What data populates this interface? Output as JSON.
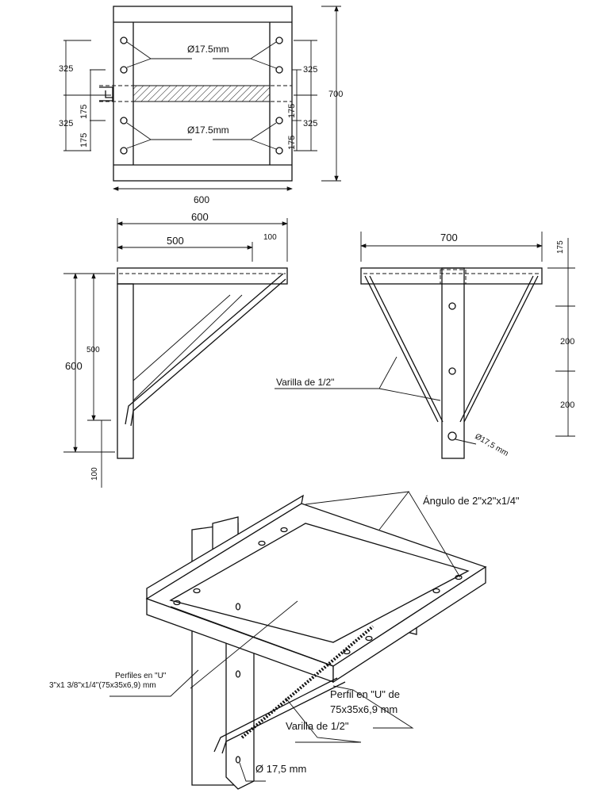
{
  "top_view": {
    "hole_label_upper": "Ø17.5mm",
    "hole_label_lower": "Ø17.5mm",
    "dim_left_325_a": "325",
    "dim_left_325_b": "325",
    "dim_left_175_a": "175",
    "dim_left_175_b": "175",
    "dim_right_325_a": "325",
    "dim_right_325_b": "325",
    "dim_right_175_a": "175",
    "dim_right_175_b": "175",
    "dim_height": "700",
    "dim_width": "600"
  },
  "side_view": {
    "dim_total": "600",
    "dim_500": "500",
    "dim_100": "100",
    "dim_height": "600",
    "dim_height_500": "500",
    "dim_height_100": "100"
  },
  "front_view": {
    "dim_width": "700",
    "dim_175": "175",
    "dim_200_a": "200",
    "dim_200_b": "200",
    "rod_label": "Varilla de 1/2\"",
    "hole_label": "Ø17,5 mm"
  },
  "iso_view": {
    "angle_label": "Ángulo de 2\"x2\"x1/4\"",
    "profiles_label_1": "Perfiles en \"U\"",
    "profiles_label_2": "3\"x1 3/8\"x1/4\"(75x35x6,9) mm",
    "profile_label_1": "Perfil en \"U\" de",
    "profile_label_2": "75x35x6,9 mm",
    "rod_label": "Varilla de 1/2\"",
    "hole_label": "Ø 17,5 mm"
  }
}
